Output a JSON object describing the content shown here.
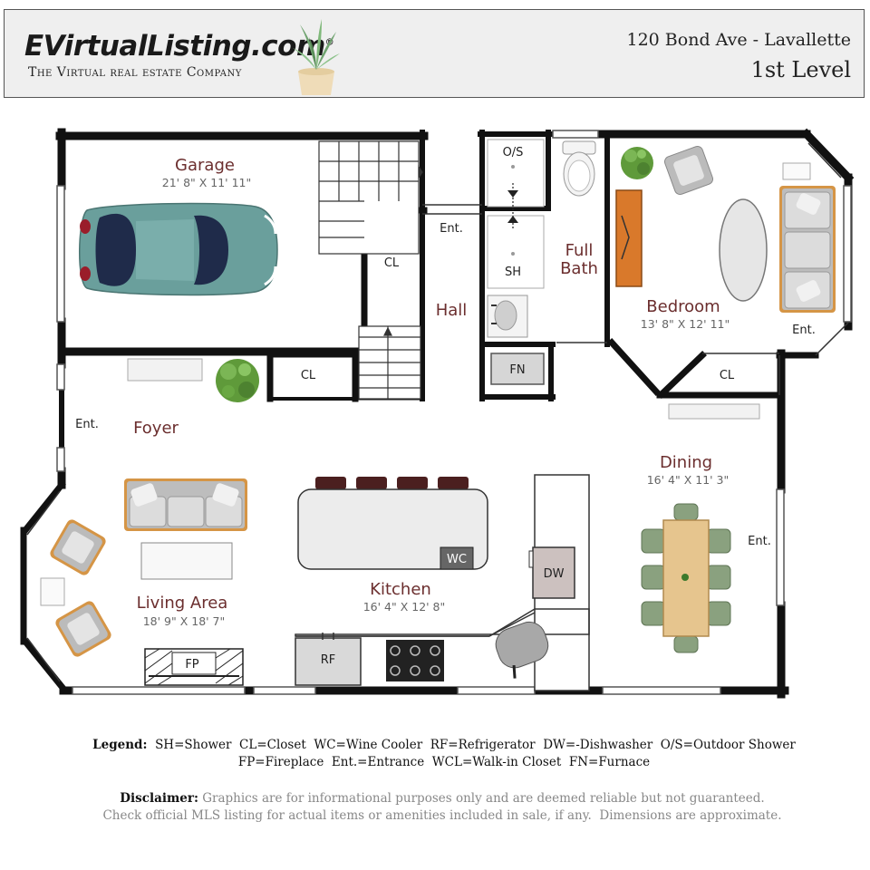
{
  "header": {
    "logo": "EVirtualListing.com",
    "logo_mark": "®",
    "tagline": "The Virtual real estate Company",
    "address": "120 Bond Ave - Lavallette",
    "level": "1st Level"
  },
  "rooms": {
    "garage": {
      "name": "Garage",
      "dims": "21' 8\" X 11' 11\""
    },
    "bedroom": {
      "name": "Bedroom",
      "dims": "13' 8\" X 12' 11\""
    },
    "dining": {
      "name": "Dining",
      "dims": "16' 4\" X 11' 3\""
    },
    "kitchen": {
      "name": "Kitchen",
      "dims": "16' 4\" X 12' 8\""
    },
    "living": {
      "name": "Living Area",
      "dims": "18' 9\" X 18' 7\""
    },
    "foyer": {
      "name": "Foyer"
    },
    "hall": {
      "name": "Hall"
    },
    "full_bath_line1": "Full",
    "full_bath_line2": "Bath"
  },
  "labels": {
    "os": "O/S",
    "sh": "SH",
    "fn": "FN",
    "cl": "CL",
    "ent": "Ent.",
    "wc": "WC",
    "dw": "DW",
    "rf": "RF",
    "fp": "FP"
  },
  "legend": {
    "title": "Legend:",
    "line1": "SH=Shower  CL=Closet  WC=Wine Cooler  RF=Refrigerator  DW=-Dishwasher  O/S=Outdoor Shower",
    "line2": "FP=Fireplace  Ent.=Entrance  WCL=Walk-in Closet  FN=Furnace"
  },
  "disclaimer": {
    "title": "Disclaimer:",
    "line1": "Graphics are for informational purposes only and are deemed reliable but not guaranteed.",
    "line2": "Check official MLS listing for actual items or amenities included in sale, if any.  Dimensions are approximate."
  }
}
